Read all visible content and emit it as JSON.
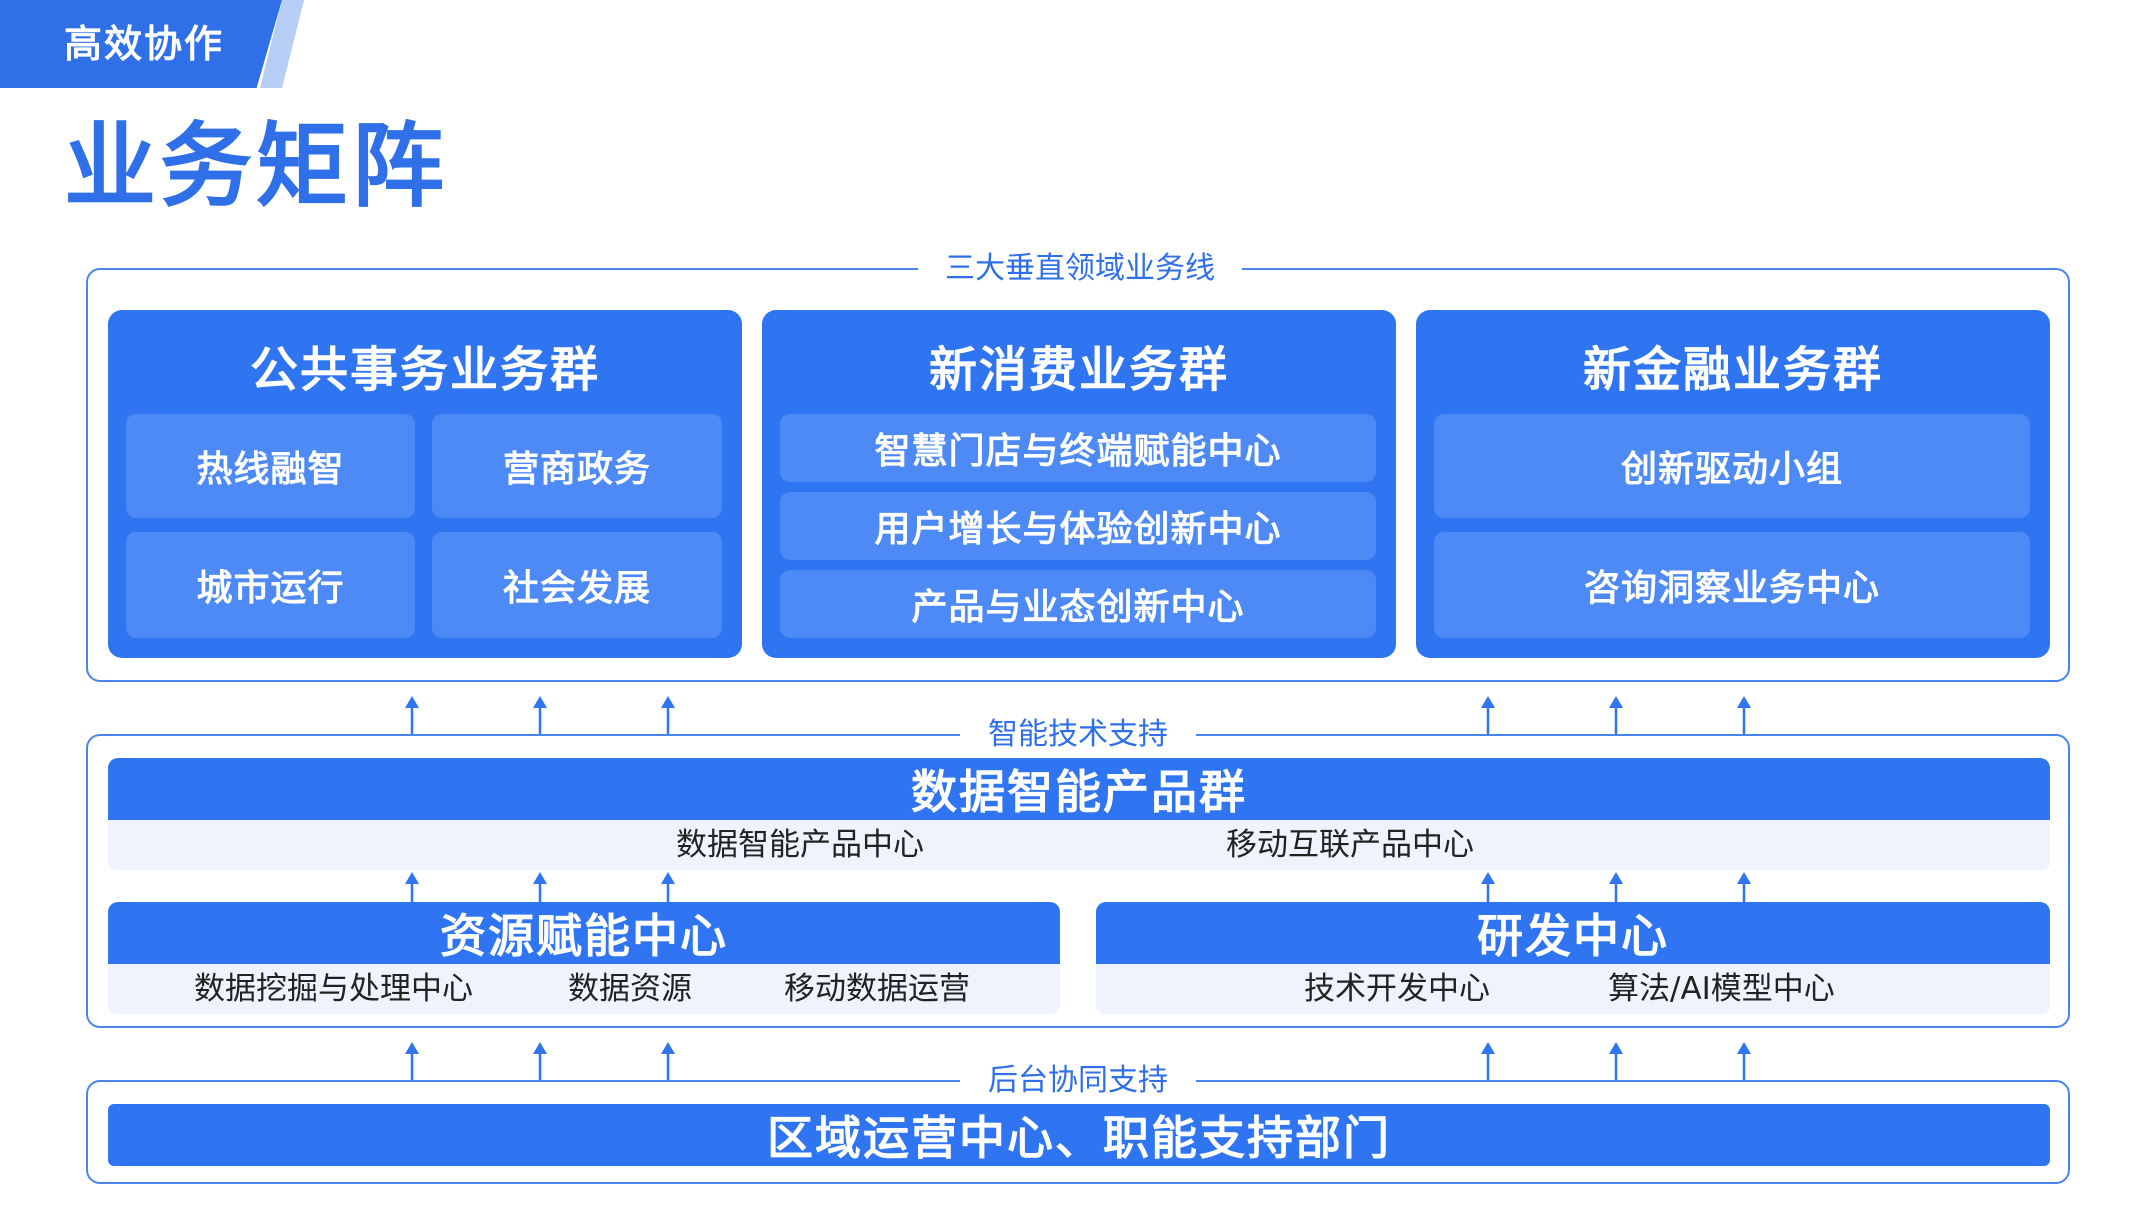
{
  "header": {
    "tag": "高效协作",
    "title": "业务矩阵"
  },
  "vertical": {
    "label": "三大垂直领域业务线",
    "cards": [
      {
        "title": "公共事务业务群",
        "items": [
          "热线融智",
          "营商政务",
          "城市运行",
          "社会发展"
        ]
      },
      {
        "title": "新消费业务群",
        "items": [
          "智慧门店与终端赋能中心",
          "用户增长与体验创新中心",
          "产品与业态创新中心"
        ]
      },
      {
        "title": "新金融业务群",
        "items": [
          "创新驱动小组",
          "咨询洞察业务中心"
        ]
      }
    ]
  },
  "tech": {
    "label": "智能技术支持",
    "data_group": {
      "title": "数据智能产品群",
      "items": [
        "数据智能产品中心",
        "移动互联产品中心"
      ]
    },
    "resource": {
      "title": "资源赋能中心",
      "items": [
        "数据挖掘与处理中心",
        "数据资源",
        "移动数据运营"
      ]
    },
    "rnd": {
      "title": "研发中心",
      "items": [
        "技术开发中心",
        "算法/AI模型中心"
      ]
    }
  },
  "backend": {
    "label": "后台协同支持",
    "title": "区域运营中心、职能支持部门"
  },
  "colors": {
    "primary": "#2f75f2",
    "tile": "#4d8af5",
    "frame": "#4a85ec",
    "subbar": "#eef3fd"
  },
  "icons": [
    "up-arrow-icon"
  ]
}
